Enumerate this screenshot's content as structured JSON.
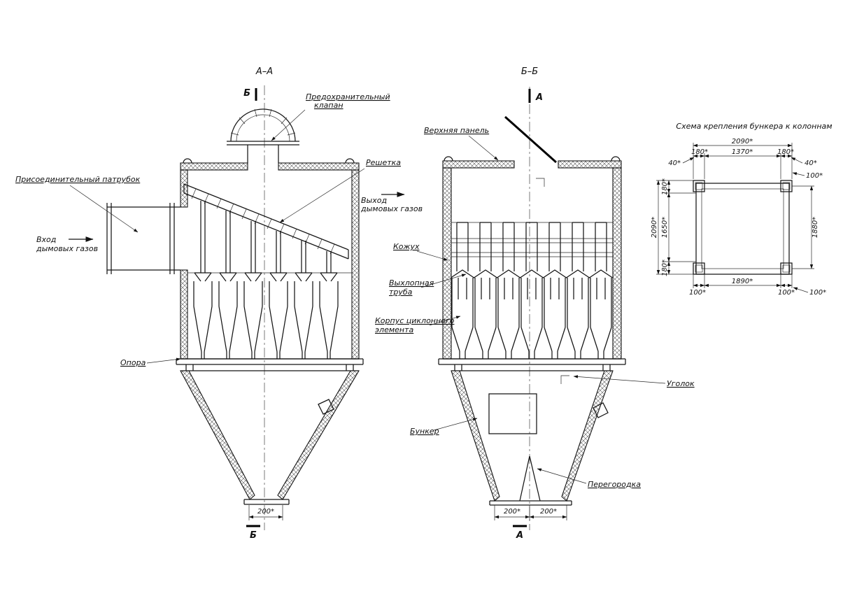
{
  "views": {
    "left_view": {
      "title": "А–А",
      "marker_top": "Б",
      "marker_bottom": "Б",
      "dim_bottom": "200*",
      "labels": {
        "safety_valve": [
          "Предохранительный",
          "клапан"
        ],
        "grate": "Решетка",
        "inlet_pipe": "Присоединительный патрубок",
        "gas_inlet": [
          "Вход",
          "дымовых газов"
        ],
        "gas_outlet": [
          "Выход",
          "дымовых газов"
        ],
        "support": "Опора"
      }
    },
    "middle_view": {
      "title": "Б–Б",
      "marker_top": "А",
      "marker_bottom": "А",
      "dim_bottom_left": "200*",
      "dim_bottom_right": "200*",
      "labels": {
        "top_panel": "Верхняя панель",
        "casing": "Кожух",
        "exhaust_pipe": [
          "Выхлопная",
          "труба"
        ],
        "cyclone_body": [
          "Корпус циклонного",
          "элемента"
        ],
        "angle_bracket": "Уголок",
        "hopper": "Бункер",
        "partition": "Перегородка"
      }
    },
    "mounting_scheme": {
      "title": "Схема крепления бункера к колоннам",
      "dims": {
        "top_total": "2090*",
        "top_seg_left": "180*",
        "top_seg_mid": "1370*",
        "top_seg_right": "180*",
        "offset_top_left": "40*",
        "offset_top_right": "40*",
        "right_top": "100*",
        "left_seg_top": "180*",
        "left_total": "2090*",
        "left_inner": "1650*",
        "left_seg_bottom": "180*",
        "right_total": "1880*",
        "bottom_inner": "1890*",
        "bottom_left": "100*",
        "bottom_right": "100*",
        "bottom_far_right": "100*"
      }
    }
  }
}
